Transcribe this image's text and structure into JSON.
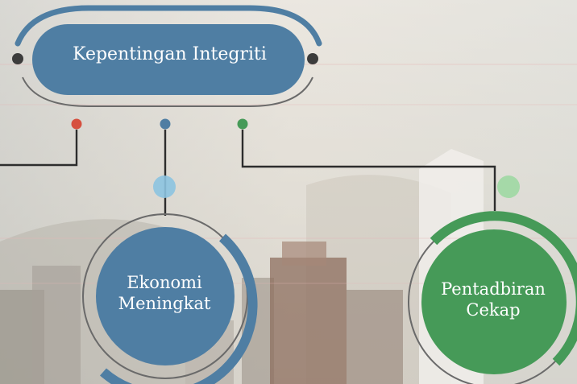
{
  "diagram": {
    "root": {
      "label": "Kepentingan Integriti"
    },
    "children": [
      {
        "line1": "Ekonomi",
        "line2": "Meningkat"
      },
      {
        "line1": "Pentadbiran",
        "line2": "Cekap"
      }
    ]
  },
  "colors": {
    "blue": "#4f7ea3",
    "blue_light": "#8cc3e0",
    "green": "#469a58",
    "green_light": "#9fd8a3",
    "red": "#d6503f",
    "connector": "#2d2d2d",
    "ring_gray": "#6a6a6a",
    "dark_dot": "#3c3c3c"
  }
}
